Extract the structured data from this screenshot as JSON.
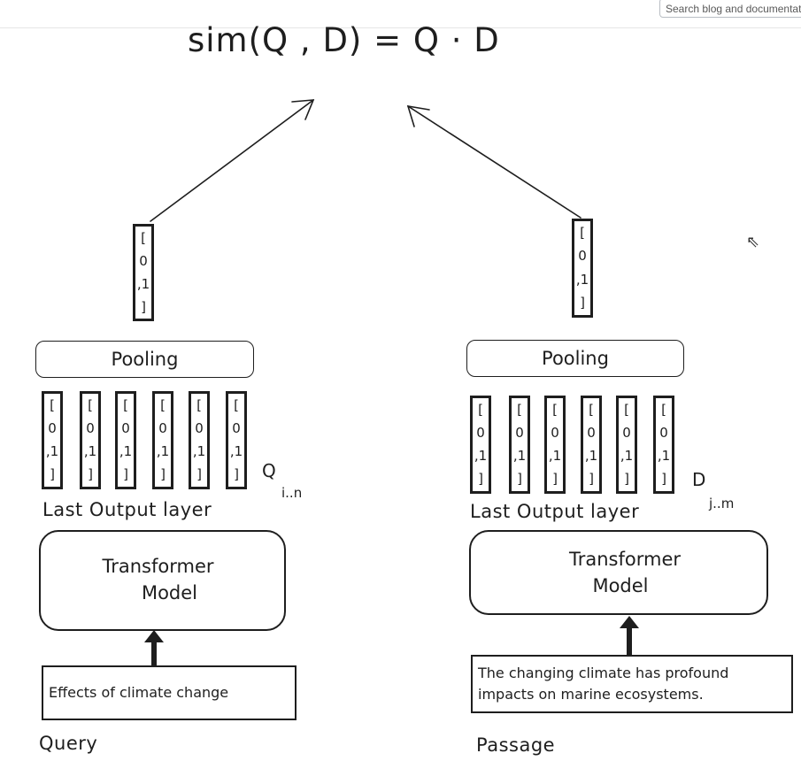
{
  "search": {
    "placeholder": "Search blog and documentation"
  },
  "formula": "sim(Q , D) = Q · D",
  "vector_glyphs": [
    "[",
    "0",
    ",1",
    "]"
  ],
  "query_side": {
    "pooling_label": "Pooling",
    "token_symbol": "Q",
    "token_subscript": "i..n",
    "layer_label": "Last Output layer",
    "model_line1": "Transformer",
    "model_line2": "Model",
    "input_text": "Effects of climate change",
    "caption": "Query"
  },
  "passage_side": {
    "pooling_label": "Pooling",
    "token_symbol": "D",
    "token_subscript": "j..m",
    "layer_label": "Last Output layer",
    "model_line1": "Transformer",
    "model_line2": "Model",
    "input_text": "The changing climate has profound impacts on marine ecosystems.",
    "caption": "Passage"
  }
}
